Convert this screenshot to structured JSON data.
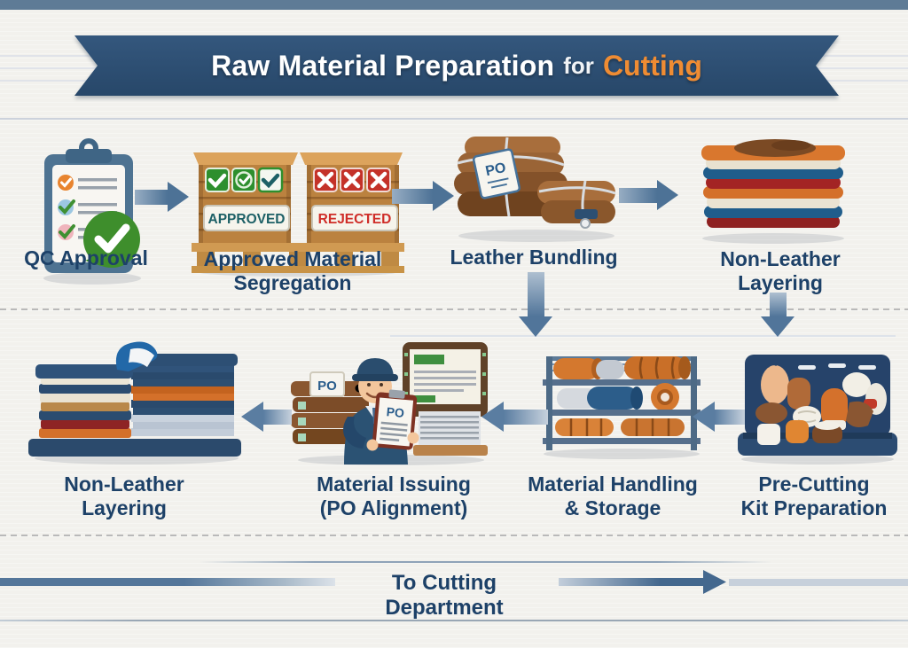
{
  "banner": {
    "title_main": "Raw Material Preparation",
    "title_connector": "for",
    "title_accent": "Cutting"
  },
  "steps": {
    "row1": [
      {
        "line1": "QC Approval",
        "line2": ""
      },
      {
        "line1": "Approved Material",
        "line2": "Segregation"
      },
      {
        "line1": "Leather Bundling",
        "line2": ""
      },
      {
        "line1": "Non-Leather",
        "line2": "Layering"
      }
    ],
    "row2": [
      {
        "line1": "Non-Leather",
        "line2": "Layering"
      },
      {
        "line1": "Material Issuing",
        "line2": "(PO Alignment)"
      },
      {
        "line1": "Material Handling",
        "line2": "& Storage"
      },
      {
        "line1": "Pre-Cutting",
        "line2": "Kit Preparation"
      }
    ]
  },
  "icon_text": {
    "approved": "APPROVED",
    "rejected": "REJECTED",
    "po": "PO"
  },
  "footer": {
    "label": "To Cutting Department"
  },
  "colors": {
    "banner_navy": "#2d4d70",
    "accent_orange": "#ef8c33",
    "label_navy": "#1d4168",
    "arrow_steel_blue": "#53779c",
    "background": "#f2f1ed"
  }
}
